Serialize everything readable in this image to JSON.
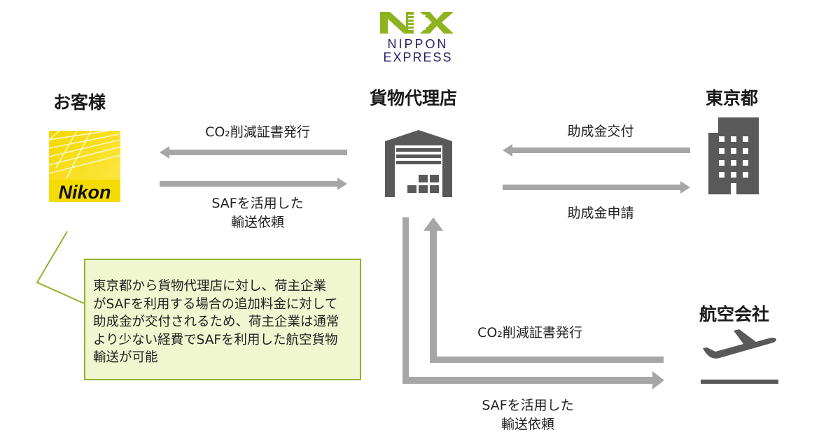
{
  "logo": {
    "mark": "NX",
    "line1": "NIPPON",
    "line2": "EXPRESS",
    "colors": {
      "green": "#8db41e",
      "navy": "#2b1e63"
    }
  },
  "nodes": {
    "customer": {
      "title": "お客様",
      "logo_text": "Nikon",
      "icon": "nikon-logo"
    },
    "forwarder": {
      "title": "貨物代理店",
      "icon": "warehouse-icon"
    },
    "tokyo": {
      "title": "東京都",
      "icon": "building-icon"
    },
    "airline": {
      "title": "航空会社",
      "icon": "airplane-takeoff-icon"
    }
  },
  "flows": {
    "forwarder_to_customer": {
      "label": "CO₂削減証書発行"
    },
    "customer_to_forwarder": {
      "line1": "SAFを活用した",
      "line2": "輸送依頼"
    },
    "tokyo_to_forwarder": {
      "label": "助成金交付"
    },
    "forwarder_to_tokyo": {
      "label": "助成金申請"
    },
    "airline_to_forwarder": {
      "label": "CO₂削減証書発行"
    },
    "forwarder_to_airline": {
      "line1": "SAFを活用した",
      "line2": "輸送依頼"
    }
  },
  "callout": {
    "lines": [
      "東京都から貨物代理店に対し、荷主企業",
      "がSAFを利用する場合の追加料金に対して",
      "助成金が交付されるため、荷主企業は通常",
      "より少ない経費でSAFを利用した航空貨物",
      "輸送が可能"
    ]
  },
  "colors": {
    "arrow": "#a6a6a6",
    "icon": "#595959",
    "callout_bg": "#f0f6cf",
    "callout_border": "#8fb32c",
    "nikon_yellow": "#f5dc00"
  }
}
